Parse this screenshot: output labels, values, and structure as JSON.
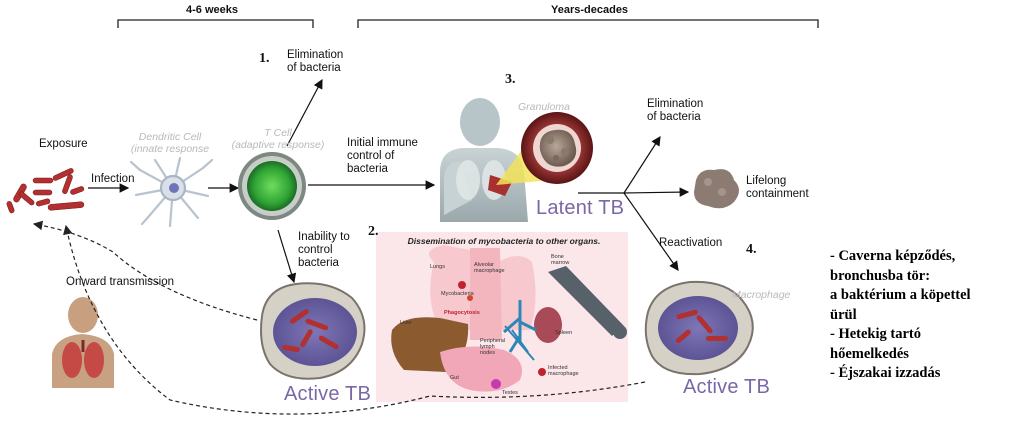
{
  "timeline": {
    "phase1": "4-6 weeks",
    "phase2": "Years-decades"
  },
  "numbers": {
    "n1": "1.",
    "n2": "2.",
    "n3": "3.",
    "n4": "4."
  },
  "labels": {
    "elimination1": [
      "Elimination",
      "of bacteria"
    ],
    "exposure": "Exposure",
    "infection": "Infection",
    "dendritic": [
      "Dendritic Cell",
      "(innate response"
    ],
    "tcell": [
      "T Cell",
      "(adaptive response)"
    ],
    "initial": [
      "Initial immune",
      "control of",
      "bacteria"
    ],
    "granuloma": "Granuloma",
    "latent_tb": "Latent TB",
    "elimination2": [
      "Elimination",
      "of bacteria"
    ],
    "lifelong": [
      "Lifelong",
      "containment"
    ],
    "inability": [
      "Inability to",
      "control",
      "bacteria"
    ],
    "reactivation": "Reactivation",
    "onward": "Onward transmission",
    "macrophage": "Macrophage",
    "active_tb_left": "Active TB",
    "active_tb_right": "Active TB"
  },
  "dissemination": {
    "title": "Dissemination of mycobacteria to other organs.",
    "organs": {
      "lungs": "Lungs",
      "alveolar": [
        "Alveolar",
        "macrophage"
      ],
      "mycobacteria": "Mycobacteria",
      "phagocytosis": "Phagocytosis",
      "liver": "Liver",
      "bone": [
        "Bone",
        "marrow"
      ],
      "spleen": "Spleen",
      "peripheral": [
        "Peripheral",
        "lymph",
        "nodes"
      ],
      "infected": [
        "Infected",
        "macrophage"
      ],
      "gut": "Gut",
      "testes": "Testes"
    }
  },
  "side_notes": [
    "- Caverna képződés,",
    "bronchusba tör:",
    "a baktérium a köpettel",
    "ürül",
    "- Hetekig tartó",
    "hőemelkedés",
    "- Éjszakai izzadás"
  ],
  "colors": {
    "accent_tb": "#7a67a8",
    "tcell_green": "#3fb93a",
    "bacteria_red": "#b22a2a",
    "callout_yellow": "#f2e35a"
  }
}
